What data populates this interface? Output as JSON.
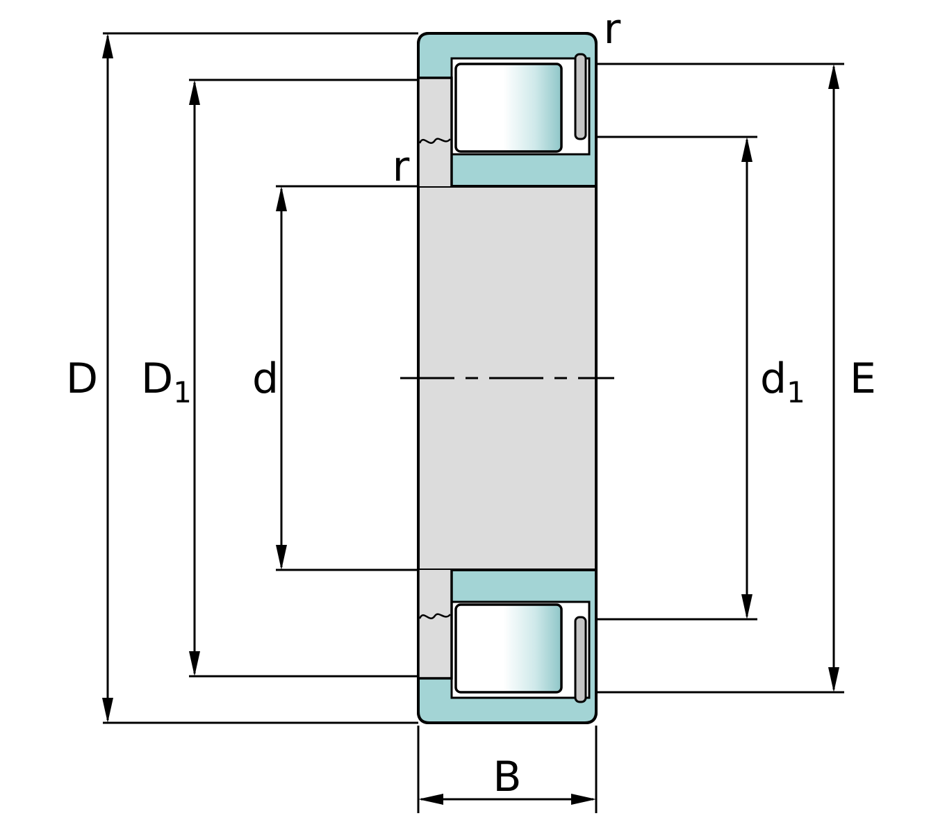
{
  "labels": {
    "outer_diameter": "D",
    "flange_main": "D",
    "flange_sub": "1",
    "bore": "d",
    "rib_main": "d",
    "rib_sub": "1",
    "raceway": "E",
    "width": "B",
    "chamfer_outer": "r",
    "chamfer_inner": "r"
  },
  "colors": {
    "background": "#ffffff",
    "outline": "#000000",
    "outer_ring": "#a3d4d5",
    "inner_ring": "#dcdcdc",
    "pocket": "#ffffff",
    "roller_light": "#ffffff",
    "roller_mid": "#cfe9ea",
    "roller_dark": "#8fc6c8",
    "snap_ring": "#c6c6c6"
  }
}
